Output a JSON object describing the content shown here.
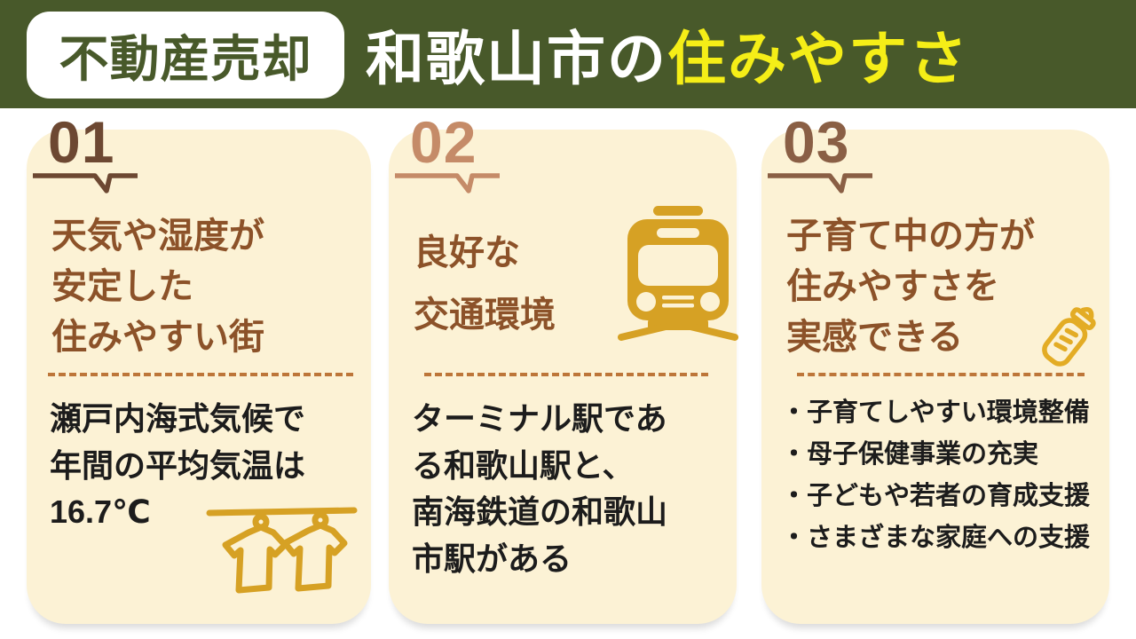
{
  "header": {
    "badge": "不動産売却",
    "title_white": "和歌山市の",
    "title_yellow": "住みやすさ",
    "banner_color": "#48592a",
    "title_yellow_color": "#f5ee17"
  },
  "cards": [
    {
      "number": "01",
      "number_color": "#6d4832",
      "title": "天気や湿度が\n安定した\n住みやすい街",
      "body": "瀬戸内海式気候で\n年間の平均気温は\n16.7℃",
      "icon": "laundry-icon"
    },
    {
      "number": "02",
      "number_color": "#c58b68",
      "title": "良好な\n交通環境",
      "body": "ターミナル駅であ\nる和歌山駅と、\n南海鉄道の和歌山\n市駅がある",
      "icon": "train-icon"
    },
    {
      "number": "03",
      "number_color": "#8a5f45",
      "title": "子育て中の方が\n住みやすさを\n実感できる",
      "bullets": [
        "・子育てしやすい環境整備",
        "・母子保健事業の充実",
        "・子どもや若者の育成支援",
        "・さまざまな家庭への支援"
      ],
      "icon": "baby-bottle-icon"
    }
  ],
  "colors": {
    "card_bg": "#fcf2d5",
    "title_brown": "#8c5229",
    "divider_dash": "#bd7639",
    "icon_gold": "#d6a124",
    "body_text": "#1c1c1c"
  }
}
